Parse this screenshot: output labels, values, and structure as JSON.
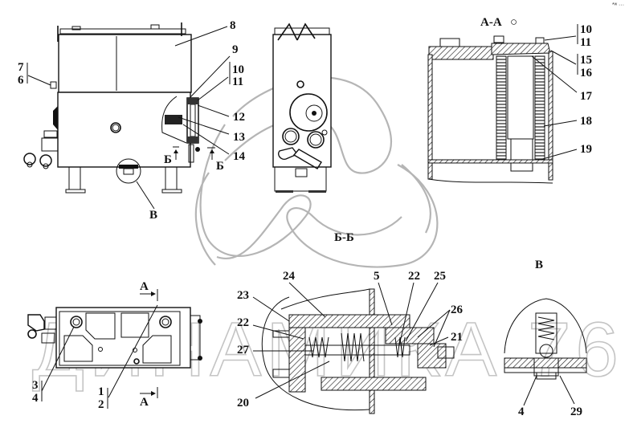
{
  "drawing": {
    "corner_mark": "*ʷ ···",
    "watermark": {
      "logo": "trefoil-swirl",
      "text": "ДИНАМИКА 76"
    },
    "views": {
      "front": {
        "callouts": [
          "8",
          "9",
          "10",
          "11",
          "12",
          "13",
          "14",
          "7",
          "6",
          "В"
        ],
        "section_marks": [
          "Б",
          "Б"
        ]
      },
      "side": {
        "title": "Б-Б"
      },
      "section_aa": {
        "title": "А-А",
        "title_symbol": "○",
        "callouts": [
          "10",
          "11",
          "15",
          "16",
          "17",
          "18",
          "19"
        ]
      },
      "top": {
        "callouts": [
          "3",
          "4",
          "1",
          "2"
        ],
        "section_marks": [
          "А",
          "А"
        ]
      },
      "valve": {
        "callouts": [
          "24",
          "5",
          "22",
          "25",
          "23",
          "22",
          "26",
          "21",
          "27",
          "20"
        ]
      },
      "detail_b": {
        "title": "В",
        "callouts": [
          "4",
          "29"
        ]
      }
    }
  }
}
